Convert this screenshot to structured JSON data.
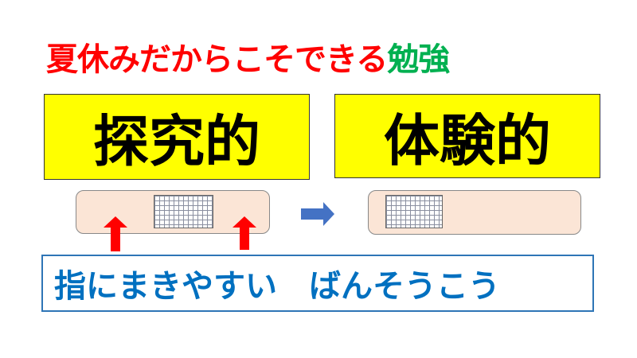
{
  "title": {
    "red_part": "夏休みだからこそできる",
    "green_part": "勉強",
    "red_color": "#ff0000",
    "green_color": "#00b050"
  },
  "boxes": [
    {
      "label": "探究的"
    },
    {
      "label": "体験的"
    }
  ],
  "caption": "指にまきやすい　ばんそうこう",
  "colors": {
    "box": "#ffff00",
    "bandage": "#fbe5d6",
    "arrow_blue": "#4472c4",
    "arrow_red": "#ff0000",
    "caption": "#0070c0"
  }
}
